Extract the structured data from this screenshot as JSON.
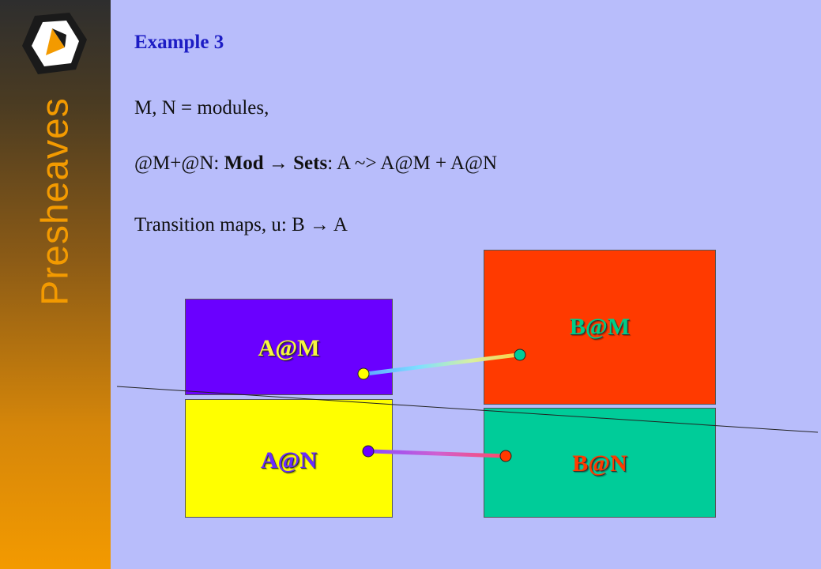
{
  "sidebar": {
    "title": "Presheaves"
  },
  "content": {
    "example": "Example 3",
    "line1": "M, N = modules,",
    "line2": {
      "a": "@M+@N: ",
      "b": "Mod",
      "arrow": " → ",
      "c": "Sets",
      "d": ": A ~> A@M + A@N"
    },
    "line3": {
      "a": "Transition maps, u: B",
      "arrow": " → ",
      "b": "A"
    }
  },
  "boxes": {
    "am": {
      "label": "A@M",
      "color": "#6a00ff"
    },
    "an": {
      "label": "A@N",
      "color": "#ffff00"
    },
    "bm": {
      "label": "B@M",
      "color": "#ff3a00"
    },
    "bn": {
      "label": "B@N",
      "color": "#00cc99"
    }
  }
}
